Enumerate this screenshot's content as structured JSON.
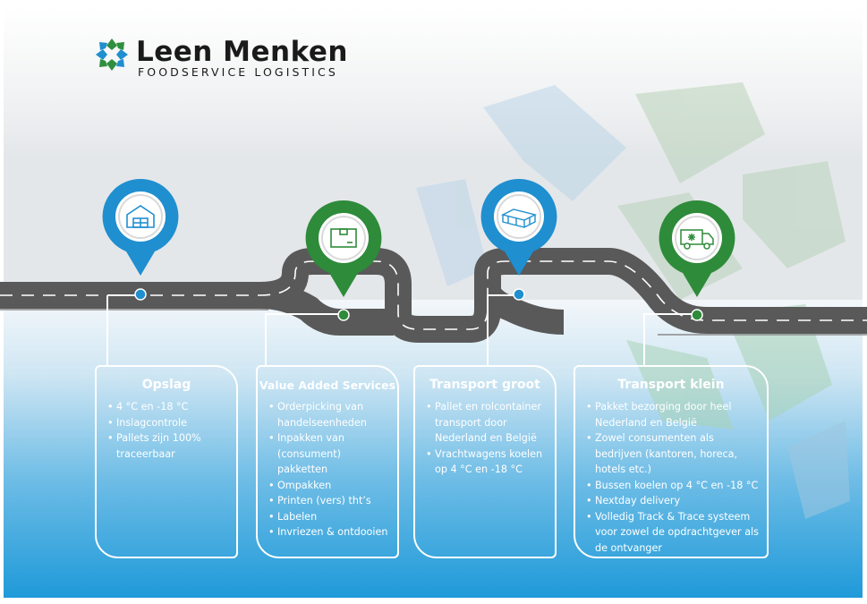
{
  "brand": {
    "name": "Leen Menken",
    "tagline": "FOODSERVICE LOGISTICS",
    "colors": {
      "blue": "#1f8fd0",
      "green": "#2e8b3a",
      "road": "#5a5a5a"
    }
  },
  "steps": [
    {
      "title": "Opslag",
      "pin_color": "blue",
      "icon": "warehouse-icon",
      "items": [
        "4 °C en -18 °C",
        "Inslagcontrole",
        "Pallets zijn 100% traceerbaar"
      ]
    },
    {
      "title": "Value Added Services",
      "pin_color": "green",
      "icon": "box-icon",
      "items": [
        "Orderpicking van handelseenheden",
        "Inpakken van (consument) pakketten",
        "Ompakken",
        "Printen (vers) tht’s",
        "Labelen",
        "Invriezen & ontdooien"
      ]
    },
    {
      "title": "Transport groot",
      "pin_color": "blue",
      "icon": "pallet-icon",
      "items": [
        "Pallet en rolcontainer transport door Nederland en België",
        "Vrachtwagens koelen op 4 °C en -18 °C"
      ]
    },
    {
      "title": "Transport klein",
      "pin_color": "green",
      "icon": "refrigerated-van-icon",
      "items": [
        "Pakket bezorging door heel Nederland en België",
        "Zowel consumenten als bedrijven (kantoren, horeca, hotels etc.)",
        "Bussen koelen op 4 °C en -18 °C",
        "Nextday delivery",
        "Volledig Track & Trace systeem voor zowel de opdrachtgever als de ontvanger"
      ]
    }
  ]
}
